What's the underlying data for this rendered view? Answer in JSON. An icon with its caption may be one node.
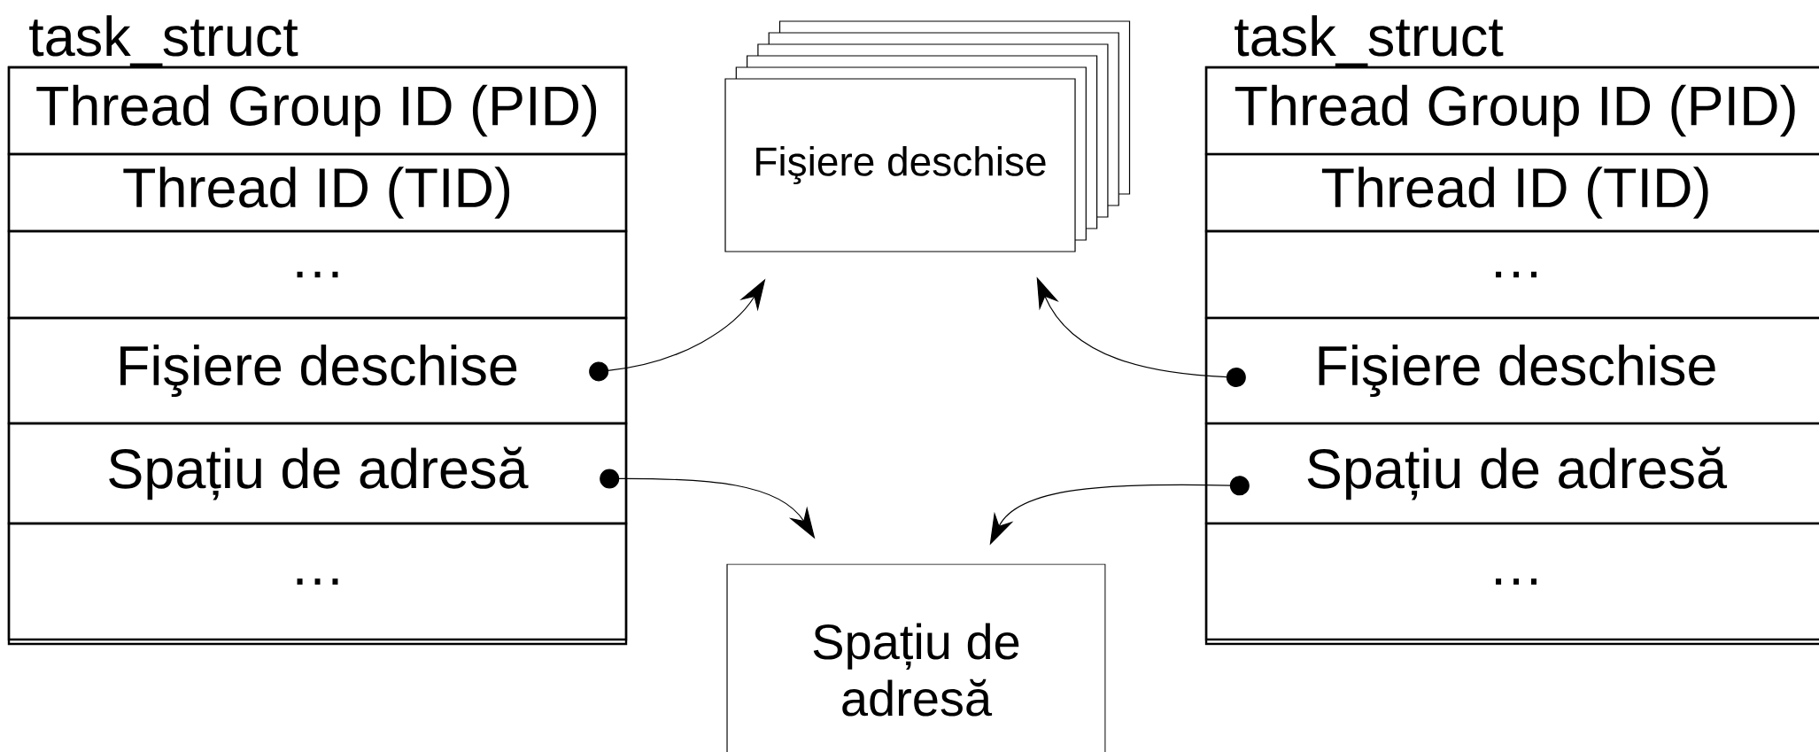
{
  "diagram": {
    "nodes": [
      {
        "text": [
          "task_struct"
        ]
      },
      {
        "text": [
          "Thread Group ID (PID)"
        ],
        "in": 0
      },
      {
        "text": [
          "Thread ID (TID)"
        ],
        "in": 0
      },
      {
        "text": [
          "…"
        ],
        "in": 0
      },
      {
        "text": [
          "Fişiere deschise"
        ],
        "in": 0
      },
      {
        "text": [
          "Spațiu de adresă"
        ],
        "in": 0
      },
      {
        "text": [
          "…"
        ],
        "in": 0
      },
      {
        "text": [
          "Fişiere deschise"
        ]
      },
      {
        "text": [
          "Spațiu de adresă"
        ]
      },
      {
        "text": [
          "task_struct"
        ]
      },
      {
        "text": [
          "Thread Group ID (PID)"
        ],
        "in": 9
      },
      {
        "text": [
          "Thread ID (TID)"
        ],
        "in": 9
      },
      {
        "text": [
          "…"
        ],
        "in": 9
      },
      {
        "text": [
          "Fişiere deschise"
        ],
        "in": 9
      },
      {
        "text": [
          "Spațiu de adresă"
        ],
        "in": 9
      },
      {
        "text": [
          "…"
        ],
        "in": 9
      }
    ],
    "edges": [
      {
        "from": 4,
        "to": 7,
        "arrow": "to"
      },
      {
        "from": 5,
        "to": 8,
        "arrow": "to"
      },
      {
        "from": 13,
        "to": 7,
        "arrow": "to"
      },
      {
        "from": 14,
        "to": 8,
        "arrow": "to"
      }
    ]
  }
}
